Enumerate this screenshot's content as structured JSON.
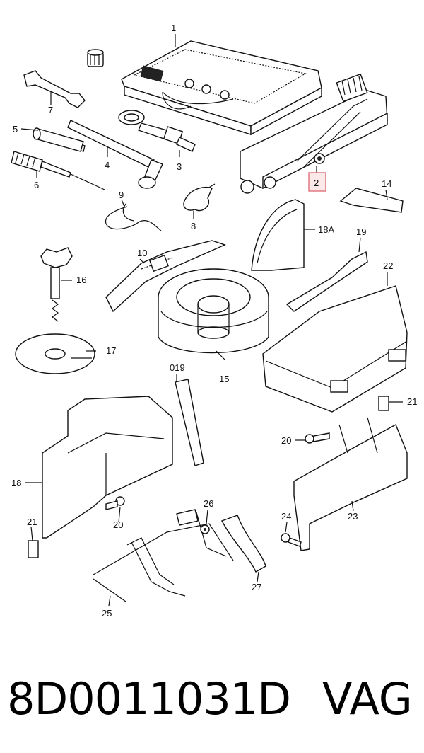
{
  "diagram": {
    "callouts": {
      "c1": "1",
      "c2": "2",
      "c3": "3",
      "c4": "4",
      "c5": "5",
      "c6": "6",
      "c7": "7",
      "c8": "8",
      "c9": "9",
      "c10": "10",
      "c14": "14",
      "c15": "15",
      "c16": "16",
      "c17": "17",
      "c18": "18",
      "c18a": "18A",
      "c19": "19",
      "c019": "019",
      "c20a": "20",
      "c20b": "20",
      "c21a": "21",
      "c21b": "21",
      "c22": "22",
      "c23": "23",
      "c24": "24",
      "c25": "25",
      "c26": "26",
      "c27": "27"
    },
    "highlight_color": "#e0707a"
  },
  "footer": {
    "part_number": "8D0011031D",
    "brand": "VAG"
  }
}
